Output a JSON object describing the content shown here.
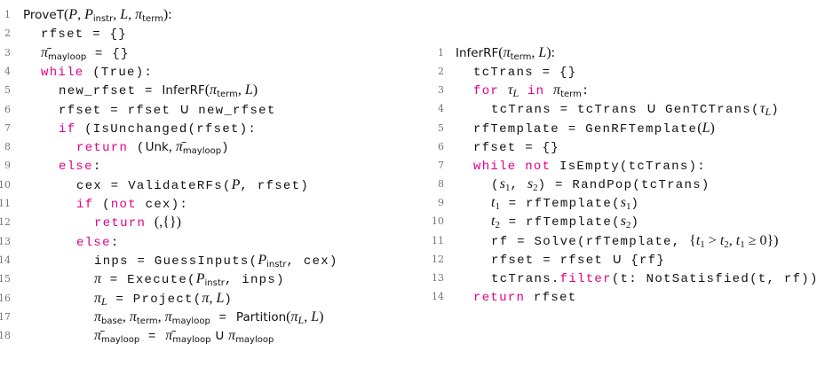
{
  "colors": {
    "keyword": "#e3008c",
    "text": "#111111",
    "line_number": "#777777"
  },
  "left": {
    "lines": [
      {
        "n": "1",
        "indent": 0,
        "segs": [
          [
            "s",
            "ProveT"
          ],
          [
            "r",
            "("
          ],
          [
            "i",
            "P"
          ],
          [
            "r",
            ", "
          ],
          [
            "i",
            "P"
          ],
          [
            "sub",
            "instr"
          ],
          [
            "r",
            ", "
          ],
          [
            "i",
            "L"
          ],
          [
            "r",
            ", "
          ],
          [
            "i",
            "π"
          ],
          [
            "sub",
            "term"
          ],
          [
            "r",
            "):"
          ]
        ]
      },
      {
        "n": "2",
        "indent": 1,
        "segs": [
          [
            "m",
            "rfset = {}"
          ]
        ]
      },
      {
        "n": "3",
        "indent": 1,
        "segs": [
          [
            "i",
            "π̄"
          ],
          [
            "sub",
            "mayloop"
          ],
          [
            "m",
            " = {}"
          ]
        ]
      },
      {
        "n": "4",
        "indent": 1,
        "segs": [
          [
            "k",
            "while"
          ],
          [
            "m",
            " (True):"
          ]
        ]
      },
      {
        "n": "5",
        "indent": 2,
        "segs": [
          [
            "m",
            "new_rfset = "
          ],
          [
            "s",
            "InferRF"
          ],
          [
            "r",
            "("
          ],
          [
            "i",
            "π"
          ],
          [
            "sub",
            "term"
          ],
          [
            "r",
            ", "
          ],
          [
            "i",
            "L"
          ],
          [
            "r",
            ")"
          ]
        ]
      },
      {
        "n": "6",
        "indent": 2,
        "segs": [
          [
            "m",
            "rfset = rfset "
          ],
          [
            "r",
            "∪"
          ],
          [
            "m",
            " new_rfset"
          ]
        ]
      },
      {
        "n": "7",
        "indent": 2,
        "segs": [
          [
            "k",
            "if"
          ],
          [
            "m",
            " (IsUnchanged(rfset):"
          ]
        ]
      },
      {
        "n": "8",
        "indent": 3,
        "segs": [
          [
            "k",
            "return"
          ],
          [
            "m",
            " ("
          ],
          [
            "s",
            "Unk"
          ],
          [
            "r",
            ", "
          ],
          [
            "i",
            "π̄"
          ],
          [
            "sub",
            "mayloop"
          ],
          [
            "m",
            ")"
          ]
        ]
      },
      {
        "n": "9",
        "indent": 2,
        "segs": [
          [
            "k",
            "else"
          ],
          [
            "m",
            ":"
          ]
        ]
      },
      {
        "n": "10",
        "indent": 3,
        "segs": [
          [
            "m",
            "cex = ValidateRFs("
          ],
          [
            "i",
            "P"
          ],
          [
            "m",
            ", rfset)"
          ]
        ]
      },
      {
        "n": "11",
        "indent": 3,
        "segs": [
          [
            "k",
            "if"
          ],
          [
            "m",
            " ("
          ],
          [
            "k",
            "not"
          ],
          [
            "m",
            " cex):"
          ]
        ]
      },
      {
        "n": "12",
        "indent": 4,
        "segs": [
          [
            "k",
            "return"
          ],
          [
            "m",
            " "
          ],
          [
            "r",
            "(,{})"
          ]
        ]
      },
      {
        "n": "13",
        "indent": 3,
        "segs": [
          [
            "k",
            "else"
          ],
          [
            "m",
            ":"
          ]
        ]
      },
      {
        "n": "14",
        "indent": 4,
        "segs": [
          [
            "m",
            "inps = GuessInputs("
          ],
          [
            "i",
            "P"
          ],
          [
            "sub",
            "instr"
          ],
          [
            "m",
            ", cex)"
          ]
        ]
      },
      {
        "n": "15",
        "indent": 4,
        "segs": [
          [
            "i",
            "π"
          ],
          [
            "m",
            " = Execute("
          ],
          [
            "i",
            "P"
          ],
          [
            "sub",
            "instr"
          ],
          [
            "m",
            ", inps)"
          ]
        ]
      },
      {
        "n": "16",
        "indent": 4,
        "segs": [
          [
            "i",
            "π"
          ],
          [
            "isub",
            "L"
          ],
          [
            "m",
            " = Project("
          ],
          [
            "i",
            "π"
          ],
          [
            "r",
            ", "
          ],
          [
            "i",
            "L"
          ],
          [
            "m",
            ")"
          ]
        ]
      },
      {
        "n": "17",
        "indent": 4,
        "segs": [
          [
            "i",
            "π"
          ],
          [
            "sub",
            "base"
          ],
          [
            "r",
            ", "
          ],
          [
            "i",
            "π"
          ],
          [
            "sub",
            "term"
          ],
          [
            "r",
            ", "
          ],
          [
            "i",
            "π"
          ],
          [
            "sub",
            "mayloop"
          ],
          [
            "m",
            " = "
          ],
          [
            "s",
            "Partition"
          ],
          [
            "r",
            "("
          ],
          [
            "i",
            "π"
          ],
          [
            "isub",
            "L"
          ],
          [
            "r",
            ", "
          ],
          [
            "i",
            "L"
          ],
          [
            "r",
            ")"
          ]
        ]
      },
      {
        "n": "18",
        "indent": 4,
        "segs": [
          [
            "i",
            "π̄"
          ],
          [
            "sub",
            "mayloop"
          ],
          [
            "m",
            " = "
          ],
          [
            "i",
            "π̄"
          ],
          [
            "sub",
            "mayloop"
          ],
          [
            "r",
            " ∪ "
          ],
          [
            "i",
            "π"
          ],
          [
            "sub",
            "mayloop"
          ]
        ]
      }
    ]
  },
  "right": {
    "lines": [
      {
        "n": "1",
        "indent": 0,
        "segs": [
          [
            "s",
            "InferRF"
          ],
          [
            "r",
            "("
          ],
          [
            "i",
            "π"
          ],
          [
            "sub",
            "term"
          ],
          [
            "r",
            ", "
          ],
          [
            "i",
            "L"
          ],
          [
            "r",
            "):"
          ]
        ]
      },
      {
        "n": "2",
        "indent": 1,
        "segs": [
          [
            "m",
            "tcTrans = {}"
          ]
        ]
      },
      {
        "n": "3",
        "indent": 1,
        "segs": [
          [
            "k",
            "for"
          ],
          [
            "m",
            " "
          ],
          [
            "i",
            "τ"
          ],
          [
            "isub",
            "L"
          ],
          [
            "m",
            " "
          ],
          [
            "k",
            "in"
          ],
          [
            "m",
            " "
          ],
          [
            "i",
            "π"
          ],
          [
            "sub",
            "term"
          ],
          [
            "m",
            ":"
          ]
        ]
      },
      {
        "n": "4",
        "indent": 2,
        "segs": [
          [
            "m",
            "tcTrans = tcTrans "
          ],
          [
            "r",
            "∪"
          ],
          [
            "m",
            " GenTCTrans("
          ],
          [
            "i",
            "τ"
          ],
          [
            "isub",
            "L"
          ],
          [
            "m",
            ")"
          ]
        ]
      },
      {
        "n": "5",
        "indent": 1,
        "segs": [
          [
            "m",
            "rfTemplate = GenRFTemplate"
          ],
          [
            "r",
            "("
          ],
          [
            "i",
            "L"
          ],
          [
            "r",
            ")"
          ]
        ]
      },
      {
        "n": "6",
        "indent": 1,
        "segs": [
          [
            "m",
            "rfset = {}"
          ]
        ]
      },
      {
        "n": "7",
        "indent": 1,
        "segs": [
          [
            "k",
            "while not"
          ],
          [
            "m",
            " IsEmpty(tcTrans):"
          ]
        ]
      },
      {
        "n": "8",
        "indent": 2,
        "segs": [
          [
            "m",
            "("
          ],
          [
            "i",
            "s"
          ],
          [
            "nsub",
            "1"
          ],
          [
            "m",
            ", "
          ],
          [
            "i",
            "s"
          ],
          [
            "nsub",
            "2"
          ],
          [
            "m",
            ") = RandPop(tcTrans)"
          ]
        ]
      },
      {
        "n": "9",
        "indent": 2,
        "segs": [
          [
            "i",
            "t"
          ],
          [
            "nsub",
            "1"
          ],
          [
            "m",
            " = rfTemplate("
          ],
          [
            "i",
            "s"
          ],
          [
            "nsub",
            "1"
          ],
          [
            "m",
            ")"
          ]
        ]
      },
      {
        "n": "10",
        "indent": 2,
        "segs": [
          [
            "i",
            "t"
          ],
          [
            "nsub",
            "2"
          ],
          [
            "m",
            " = rfTemplate("
          ],
          [
            "i",
            "s"
          ],
          [
            "nsub",
            "2"
          ],
          [
            "m",
            ")"
          ]
        ]
      },
      {
        "n": "11",
        "indent": 2,
        "segs": [
          [
            "m",
            "rf = Solve(rfTemplate, "
          ],
          [
            "r",
            "{"
          ],
          [
            "i",
            "t"
          ],
          [
            "nsub",
            "1"
          ],
          [
            "r",
            " > "
          ],
          [
            "i",
            "t"
          ],
          [
            "nsub",
            "2"
          ],
          [
            "r",
            ", "
          ],
          [
            "i",
            "t"
          ],
          [
            "nsub",
            "1"
          ],
          [
            "r",
            " ≥ 0})"
          ]
        ]
      },
      {
        "n": "12",
        "indent": 2,
        "segs": [
          [
            "m",
            "rfset = rfset "
          ],
          [
            "r",
            "∪"
          ],
          [
            "m",
            " {rf}"
          ]
        ]
      },
      {
        "n": "13",
        "indent": 2,
        "segs": [
          [
            "m",
            "tcTrans."
          ],
          [
            "k",
            "filter"
          ],
          [
            "m",
            "(t: NotSatisfied(t, rf))"
          ]
        ]
      },
      {
        "n": "14",
        "indent": 1,
        "segs": [
          [
            "k",
            "return"
          ],
          [
            "m",
            " rfset"
          ]
        ]
      }
    ]
  }
}
